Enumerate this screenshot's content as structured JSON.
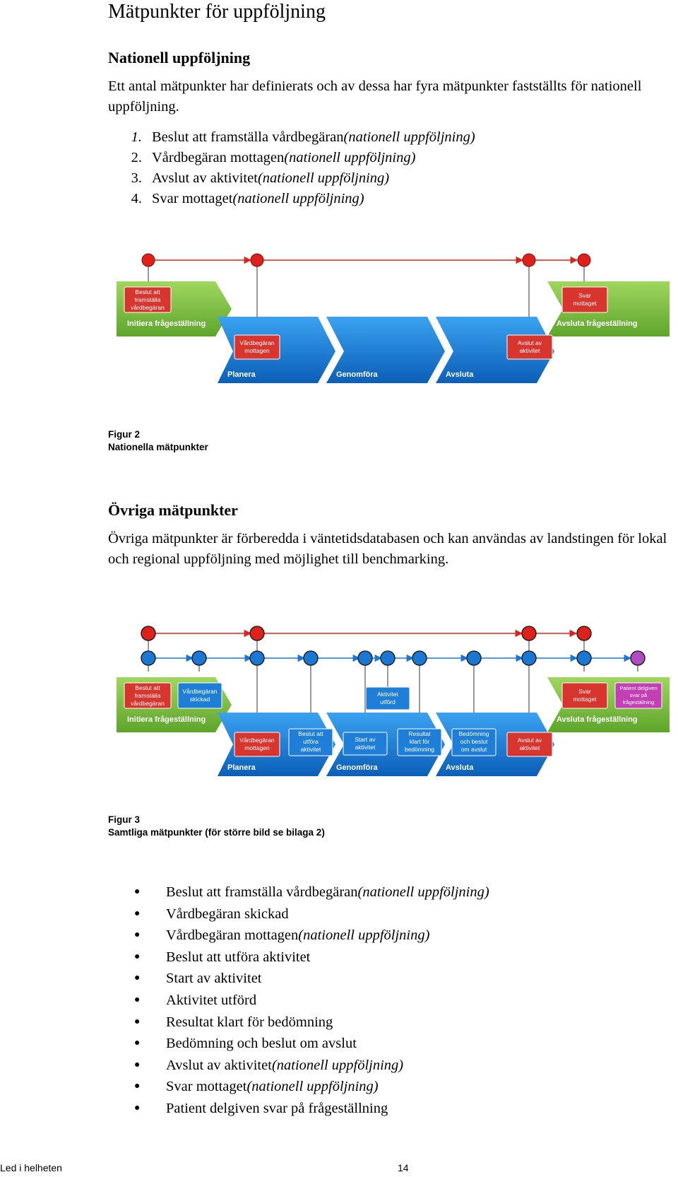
{
  "page_title": "Mätpunkter för uppföljning",
  "section1": {
    "heading": "Nationell uppföljning",
    "text": "Ett antal mätpunkter har definierats och av dessa har fyra mätpunkter fastställts för nationell uppföljning.",
    "items": [
      {
        "num": "1.",
        "text": "Beslut att framställa vårdbegäran ",
        "note": "(nationell uppföljning)"
      },
      {
        "num": "2.",
        "text": "Vårdbegäran mottagen ",
        "note": "(nationell uppföljning)"
      },
      {
        "num": "3.",
        "text": "Avslut av aktivitet ",
        "note": "(nationell uppföljning)"
      },
      {
        "num": "4.",
        "text": "Svar mottaget ",
        "note": "(nationell uppföljning)"
      }
    ]
  },
  "figure2": {
    "caption_number": "Figur 2",
    "caption_text": "Nationella mätpunkter",
    "phase_init": "Initiera frågeställning",
    "phase_end": "Avsluta frågeställning",
    "phase_plan": "Planera",
    "phase_do": "Genomföra",
    "phase_close": "Avsluta",
    "box_beslut": [
      "Beslut att",
      "framställa",
      "vårdbegäran"
    ],
    "box_mottagen": [
      "Vårdbegäran",
      "mottagen"
    ],
    "box_avslut": [
      "Avslut av",
      "aktivitet"
    ],
    "box_svar": [
      "Svar",
      "mottaget"
    ]
  },
  "section2": {
    "heading": "Övriga mätpunkter",
    "text": "Övriga mätpunkter är förberedda i väntetidsdatabasen och kan användas av landstingen för lokal och regional uppföljning med möjlighet till benchmarking."
  },
  "figure3": {
    "caption_number": "Figur 3",
    "caption_text": "Samtliga mätpunkter (för större bild se bilaga 2)",
    "phase_init": "Initiera frågeställning",
    "phase_end": "Avsluta frågeställning",
    "phase_plan": "Planera",
    "phase_do": "Genomföra",
    "phase_close": "Avsluta",
    "box_beslut": [
      "Beslut att",
      "framställa",
      "vårdbegäran"
    ],
    "box_skickad": [
      "Vårdbegäran",
      "skickad"
    ],
    "box_mottagen": [
      "Vårdbegäran",
      "mottagen"
    ],
    "box_utfora": [
      "Beslut att",
      "utföra",
      "aktivitet"
    ],
    "box_start": [
      "Start av",
      "aktivitet"
    ],
    "box_utford": [
      "Aktivitet",
      "utförd"
    ],
    "box_resultat": [
      "Resultat",
      "klart för",
      "bedömning"
    ],
    "box_bedomning": [
      "Bedömning",
      "och beslut",
      "om avslut"
    ],
    "box_avslut": [
      "Avslut av",
      "aktivitet"
    ],
    "box_svar": [
      "Svar",
      "mottaget"
    ],
    "box_patient": [
      "Patient delgiven",
      "svar på",
      "frågeställning"
    ]
  },
  "bullets": [
    {
      "text": "Beslut att framställa vårdbegäran ",
      "note": "(nationell uppföljning)"
    },
    {
      "text": "Vårdbegäran skickad",
      "note": ""
    },
    {
      "text": "Vårdbegäran mottagen ",
      "note": "(nationell uppföljning)"
    },
    {
      "text": "Beslut att utföra aktivitet",
      "note": ""
    },
    {
      "text": "Start av aktivitet",
      "note": ""
    },
    {
      "text": "Aktivitet utförd",
      "note": ""
    },
    {
      "text": "Resultat klart för bedömning",
      "note": ""
    },
    {
      "text": "Bedömning och beslut om avslut",
      "note": ""
    },
    {
      "text": "Avslut av aktivitet ",
      "note": "(nationell uppföljning)"
    },
    {
      "text": "Svar mottaget ",
      "note": "(nationell uppföljning)"
    },
    {
      "text": "Patient delgiven svar på frågeställning",
      "note": ""
    }
  ],
  "footer": {
    "left": "Led i helheten",
    "page": "14"
  },
  "colors": {
    "green": "#7cc243",
    "blue": "#1f7fd8",
    "red_box": "#d9352f",
    "purple_box": "#c23fb4",
    "red_dot": "#e0201a",
    "blue_dot": "#1a78d4",
    "purple_dot": "#b24ac6"
  }
}
